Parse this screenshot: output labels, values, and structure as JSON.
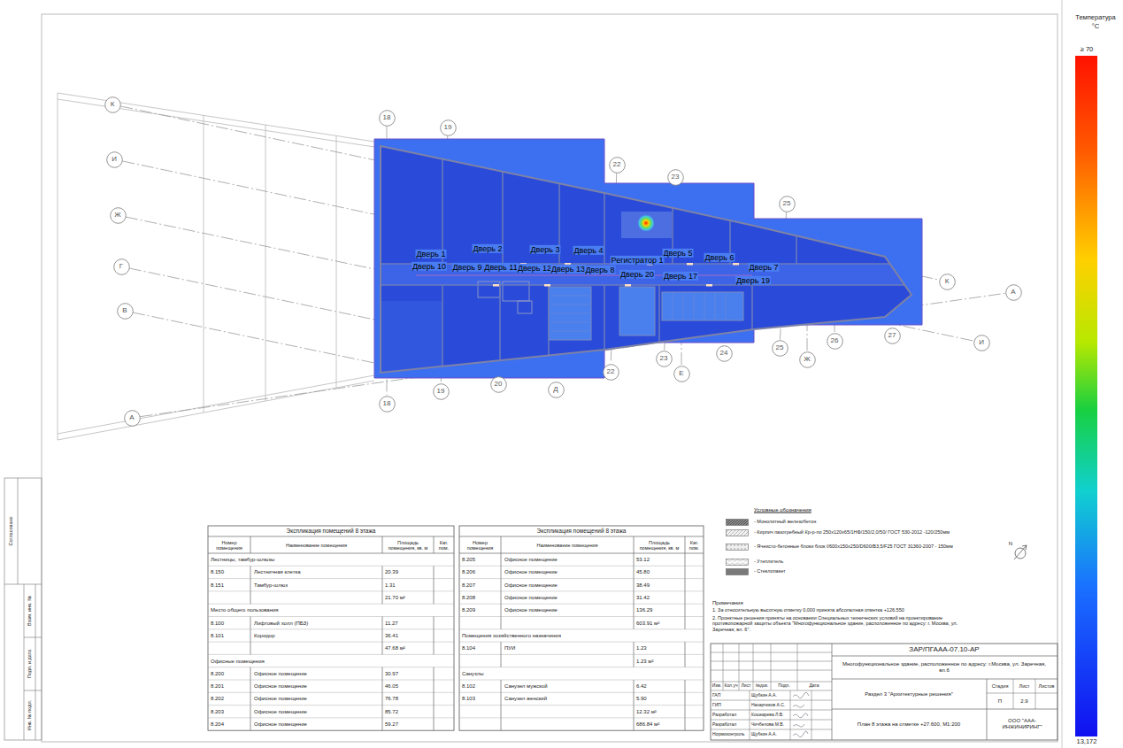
{
  "diagram": {
    "nodes": [
      {
        "text": [
          "К"
        ]
      },
      {
        "text": [
          "И"
        ]
      },
      {
        "text": [
          "Ж"
        ]
      },
      {
        "text": [
          "Г"
        ]
      },
      {
        "text": [
          "В"
        ]
      },
      {
        "text": [
          "А"
        ]
      },
      {
        "text": [
          "18"
        ]
      },
      {
        "text": [
          "19"
        ]
      },
      {
        "text": [
          "22"
        ]
      },
      {
        "text": [
          "23"
        ]
      },
      {
        "text": [
          "25"
        ]
      },
      {
        "text": [
          "К"
        ]
      },
      {
        "text": [
          "А"
        ]
      },
      {
        "text": [
          "И"
        ]
      },
      {
        "text": [
          "18"
        ]
      },
      {
        "text": [
          "19"
        ]
      },
      {
        "text": [
          "20"
        ]
      },
      {
        "text": [
          "Д"
        ]
      },
      {
        "text": [
          "22"
        ]
      },
      {
        "text": [
          "23"
        ]
      },
      {
        "text": [
          "Е"
        ]
      },
      {
        "text": [
          "24"
        ]
      },
      {
        "text": [
          "25"
        ]
      },
      {
        "text": [
          "Ж"
        ]
      },
      {
        "text": [
          "26"
        ]
      },
      {
        "text": [
          "27"
        ]
      }
    ],
    "edges": [
      {
        "from": 0,
        "to": 11,
        "arrow": "none"
      },
      {
        "from": 1,
        "to": 13,
        "arrow": "none"
      },
      {
        "from": 5,
        "to": 12,
        "arrow": "none"
      },
      {
        "from": 6,
        "to": 14,
        "arrow": "none"
      },
      {
        "from": 7,
        "to": 15,
        "arrow": "none"
      },
      {
        "from": 8,
        "to": 18,
        "arrow": "none"
      },
      {
        "from": 9,
        "to": 19,
        "arrow": "none"
      },
      {
        "from": 10,
        "to": 22,
        "arrow": "none"
      }
    ],
    "labels": [
      "Дверь 1",
      "Дверь 2",
      "Дверь 3",
      "Дверь 4",
      "Дверь 5",
      "Дверь 6",
      "Дверь 7",
      "Дверь 10",
      "Дверь 9",
      "Дверь 11",
      "Дверь 12",
      "Дверь 13",
      "Дверь 8",
      "Регистратор 1",
      "Дверь 20",
      "Дверь 17",
      "Дверь 19",
      "Температура",
      "°C",
      "≥ 70",
      "13,172",
      "Экспликация помещений 8 этажа",
      "Номер помещения",
      "Наименование помещения",
      "Площадь помещения, кв. м",
      "Кат. пом.",
      "Лестницы, тамбур-шлюзы",
      "8.150",
      "Лестничная клетка",
      "20.39",
      "8.151",
      "Тамбур-шлюз",
      "1.31",
      "21.70 м²",
      "Место общего пользования",
      "8.100",
      "Лифтовый холл (ПБЗ)",
      "11.27",
      "8.101",
      "Коридор",
      "36.41",
      "47.68 м²",
      "Офисные помещения",
      "8.200",
      "Офисное помещение",
      "30.97",
      "8.201",
      "Офисное помещение",
      "46.05",
      "8.202",
      "Офисное помещение",
      "76.78",
      "8.203",
      "Офисное помещение",
      "85.72",
      "8.204",
      "Офисное помещение",
      "59.27",
      "Экспликация помещений 8 этажа",
      "Номер помещения",
      "Наименование помещения",
      "Площадь помещения, кв. м",
      "Кат. пом.",
      "8.205",
      "Офисное помещение",
      "53.12",
      "8.206",
      "Офисное помещение",
      "45.80",
      "8.207",
      "Офисное помещение",
      "38.49",
      "8.208",
      "Офисное помещение",
      "31.42",
      "8.209",
      "Офисное помещение",
      "136.29",
      "603.91 м²",
      "Помещения хозяйственного назначения",
      "8.104",
      "ПУИ",
      "1.23",
      "1.23 м²",
      "Санузлы",
      "8.102",
      "Санузел мужской",
      "6.42",
      "8.103",
      "Санузел женский",
      "5.90",
      "12.32 м²",
      "686.84 м²",
      "Условные обозначения",
      "Примечания",
      "1. За относительную высотную отметку 0,000 принята абсолютная отметка +126.550",
      "2. Проектные решения приняты на основании Специальных технических условий на проектирование противопожарной защиты объекта \"Многофункциональное здание, расположенное по адресу: г. Москва, ул. Заречная, вл. 6\".",
      "N",
      "ЗАР/ПГААА-07.10-АР",
      "Многофункциональное здание, расположенное по адресу: г.Москва, ул. Заречная, вл.6",
      "Изм.",
      "Кол.уч",
      "Лист",
      "№док.",
      "Подп.",
      "Дата",
      "ГАП",
      "Щубкин А.А.",
      "ГИП",
      "Назарчиков А.С.",
      "Разработал",
      "Кошкарева Л.В.",
      "Разработал",
      "Чичбелова М.В.",
      "Нормоконтроль",
      "Щубкин А.А.",
      "Раздел 3 \"Архитектурные решения\"",
      "Стадия",
      "Лист",
      "Листов",
      "П",
      "2.9",
      "План 8 этажа на отметке +27.600, М1:200",
      "ООО \"ААА-ИНЖИНИРИНГ\"",
      "Согласовано",
      "Взам. инв. №",
      "Подп. и дата",
      "Инв. № подл."
    ],
    "legend": [
      {
        "text": "- Монолитный железобетон"
      },
      {
        "text": "- Кирпич пазогребный Кр-р-по 250х120х65/1НФ/150/2,0/50/ ГОСТ 530-2012 -120/250мм"
      },
      {
        "text": "- Ячеисто-бетонные блоки блок I/600х150х250/D600/B3,5/F25 ГОСТ 31360-2007 - 150мм"
      },
      {
        "text": "- Утеплитель"
      },
      {
        "text": "- Стеклопакет"
      }
    ]
  }
}
